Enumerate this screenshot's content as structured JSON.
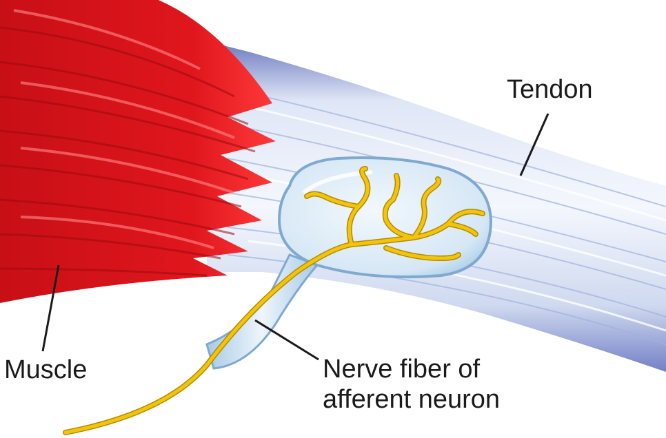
{
  "labels": {
    "tendon": "Tendon",
    "muscle": "Muscle",
    "nerve_line1": "Nerve fiber of",
    "nerve_line2": "afferent neuron"
  },
  "colors": {
    "muscle": "#d8141c",
    "muscle_dark": "#9e0c12",
    "tendon": "#c8d4ee",
    "tendon_edge": "#6f7cc2",
    "capsule": "#a9cfe8",
    "nerve": "#f2c40c",
    "nerve_edge": "#b48a00"
  },
  "icons": {
    "muscle": "muscle-fibers",
    "tendon": "tendon-band",
    "capsule": "golgi-tendon-organ",
    "nerve": "nerve-fiber"
  }
}
